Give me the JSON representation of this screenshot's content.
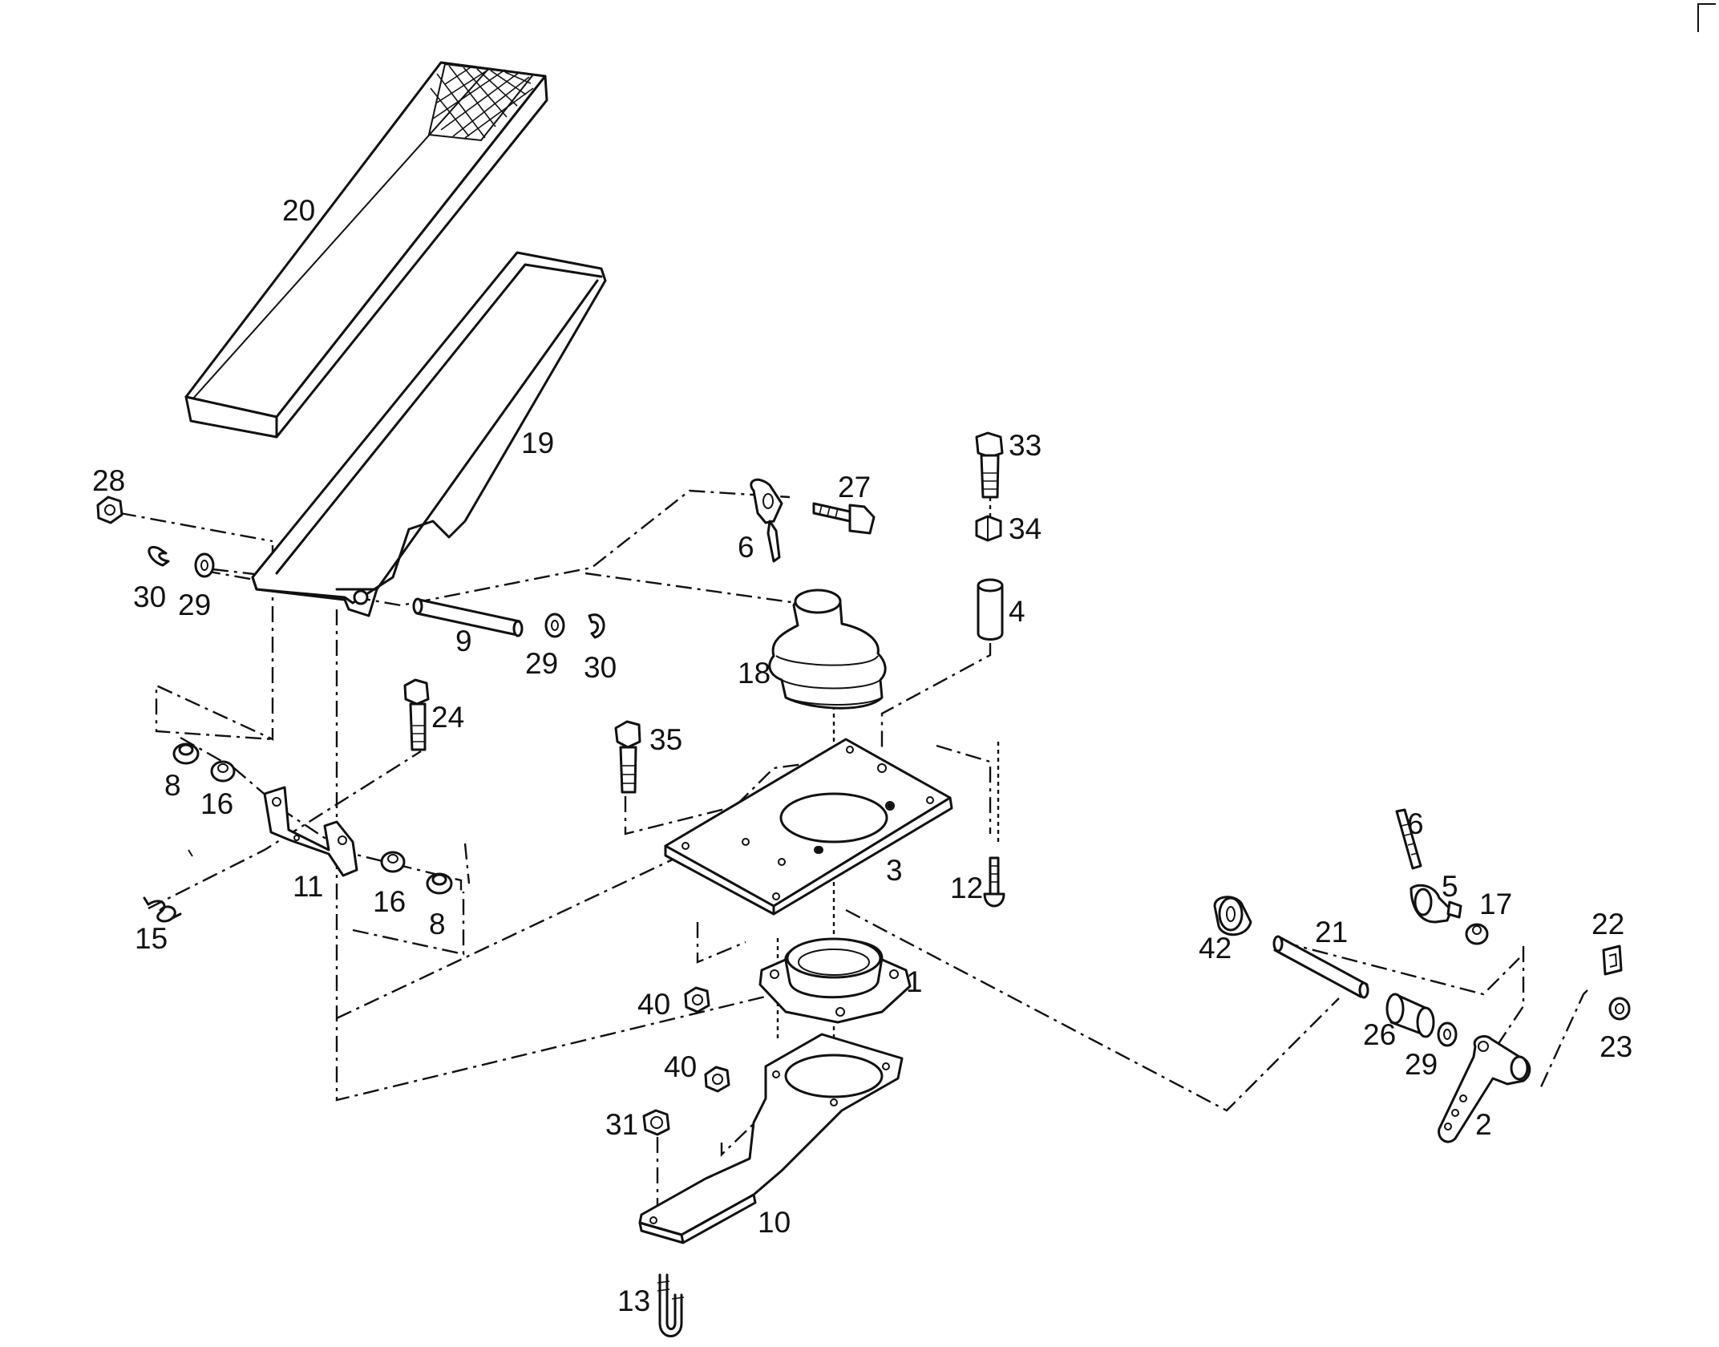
{
  "diagram": {
    "callouts": [
      {
        "id": "c1",
        "text": "1"
      },
      {
        "id": "c2",
        "text": "2"
      },
      {
        "id": "c3",
        "text": "3"
      },
      {
        "id": "c4",
        "text": "4"
      },
      {
        "id": "c5",
        "text": "5"
      },
      {
        "id": "c6a",
        "text": "6"
      },
      {
        "id": "c6b",
        "text": "6"
      },
      {
        "id": "c8a",
        "text": "8"
      },
      {
        "id": "c8b",
        "text": "8"
      },
      {
        "id": "c9",
        "text": "9"
      },
      {
        "id": "c10",
        "text": "10"
      },
      {
        "id": "c11",
        "text": "11"
      },
      {
        "id": "c12",
        "text": "12"
      },
      {
        "id": "c13",
        "text": "13"
      },
      {
        "id": "c15",
        "text": "15"
      },
      {
        "id": "c16a",
        "text": "16"
      },
      {
        "id": "c16b",
        "text": "16"
      },
      {
        "id": "c17",
        "text": "17"
      },
      {
        "id": "c18",
        "text": "18"
      },
      {
        "id": "c19",
        "text": "19"
      },
      {
        "id": "c20",
        "text": "20"
      },
      {
        "id": "c21",
        "text": "21"
      },
      {
        "id": "c22",
        "text": "22"
      },
      {
        "id": "c23",
        "text": "23"
      },
      {
        "id": "c24",
        "text": "24"
      },
      {
        "id": "c26",
        "text": "26"
      },
      {
        "id": "c27",
        "text": "27"
      },
      {
        "id": "c28",
        "text": "28"
      },
      {
        "id": "c29a",
        "text": "29"
      },
      {
        "id": "c29b",
        "text": "29"
      },
      {
        "id": "c29c",
        "text": "29"
      },
      {
        "id": "c30a",
        "text": "30"
      },
      {
        "id": "c30b",
        "text": "30"
      },
      {
        "id": "c31",
        "text": "31"
      },
      {
        "id": "c33",
        "text": "33"
      },
      {
        "id": "c34",
        "text": "34"
      },
      {
        "id": "c35",
        "text": "35"
      },
      {
        "id": "c40a",
        "text": "40"
      },
      {
        "id": "c40b",
        "text": "40"
      },
      {
        "id": "c42",
        "text": "42"
      }
    ]
  }
}
